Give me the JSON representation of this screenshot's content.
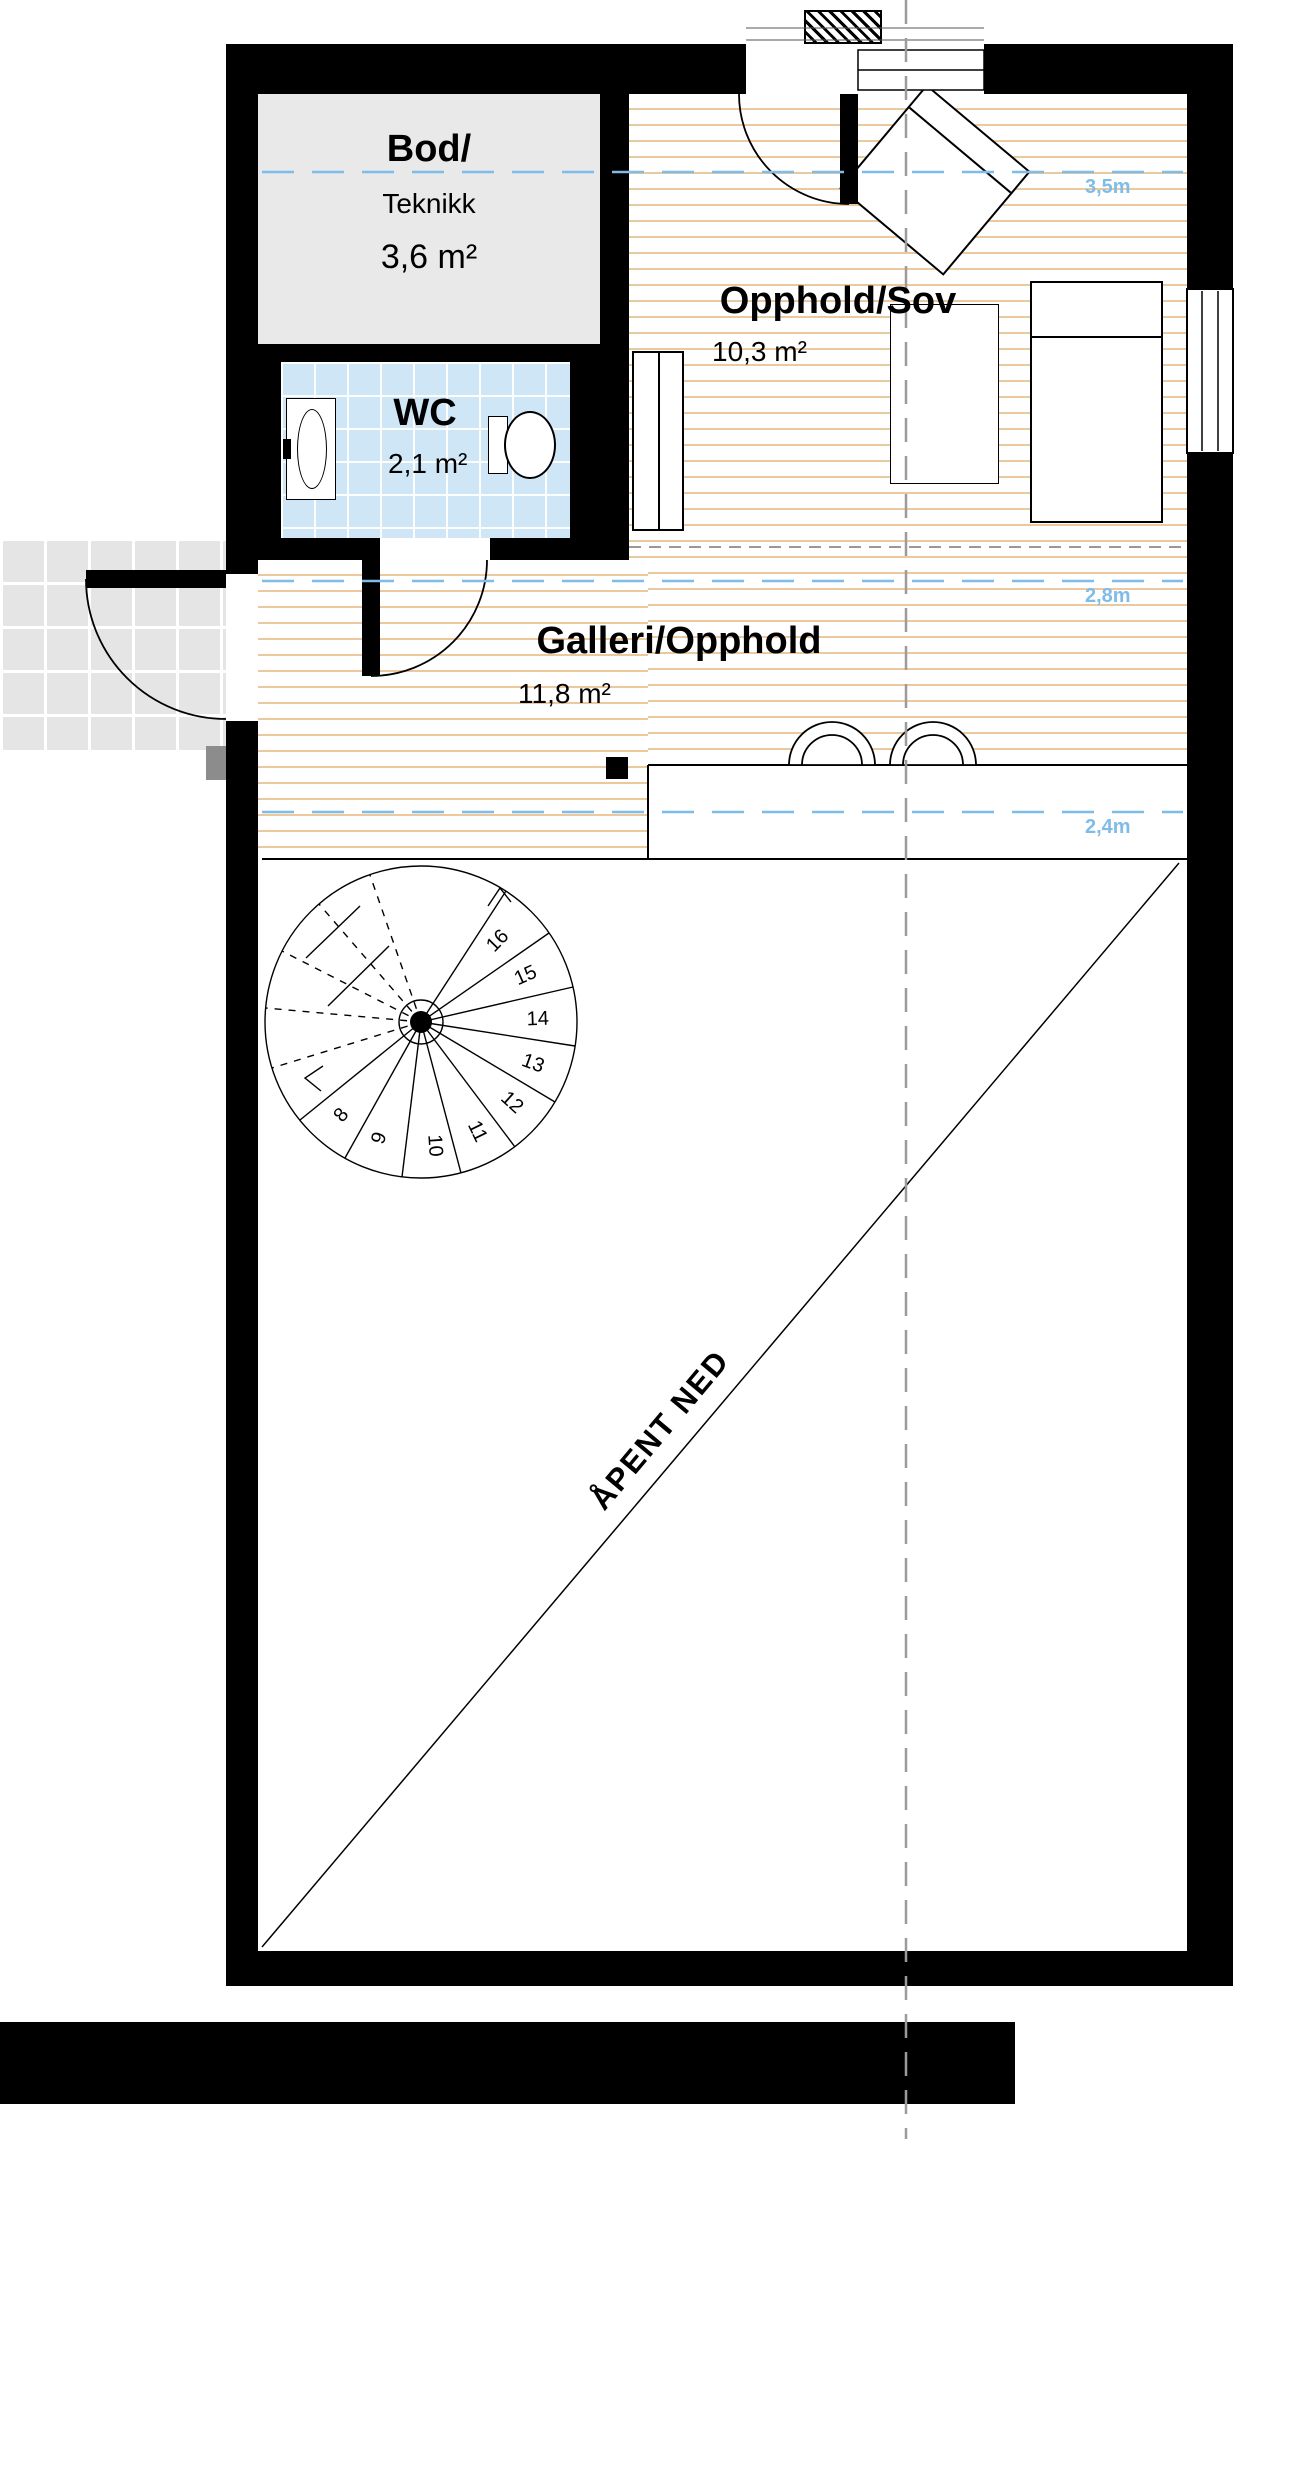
{
  "rooms": {
    "bod": {
      "name": "Bod/",
      "sub": "Teknikk",
      "area": "3,6 m²"
    },
    "wc": {
      "name": "WC",
      "area": "2,1 m²"
    },
    "opphold": {
      "name": "Opphold/Sov",
      "area": "10,3 m²"
    },
    "galleri": {
      "name": "Galleri/Opphold",
      "area": "11,8 m²"
    }
  },
  "annotations": {
    "open_below": "ÅPENT NED",
    "heights": [
      "3,5m",
      "2,8m",
      "2,4m"
    ]
  },
  "stair": {
    "steps": [
      "8",
      "9",
      "10",
      "11",
      "12",
      "13",
      "14",
      "15",
      "16"
    ]
  },
  "colors": {
    "wall": "#000000",
    "wood_line": "#dfa45e",
    "wc_tile": "#cfe6f6",
    "bod_fill": "#e9e9e9",
    "outdoor_tile": "#e5e5e5",
    "height_line": "#7fbce8",
    "section_line": "#9b9b9b"
  }
}
